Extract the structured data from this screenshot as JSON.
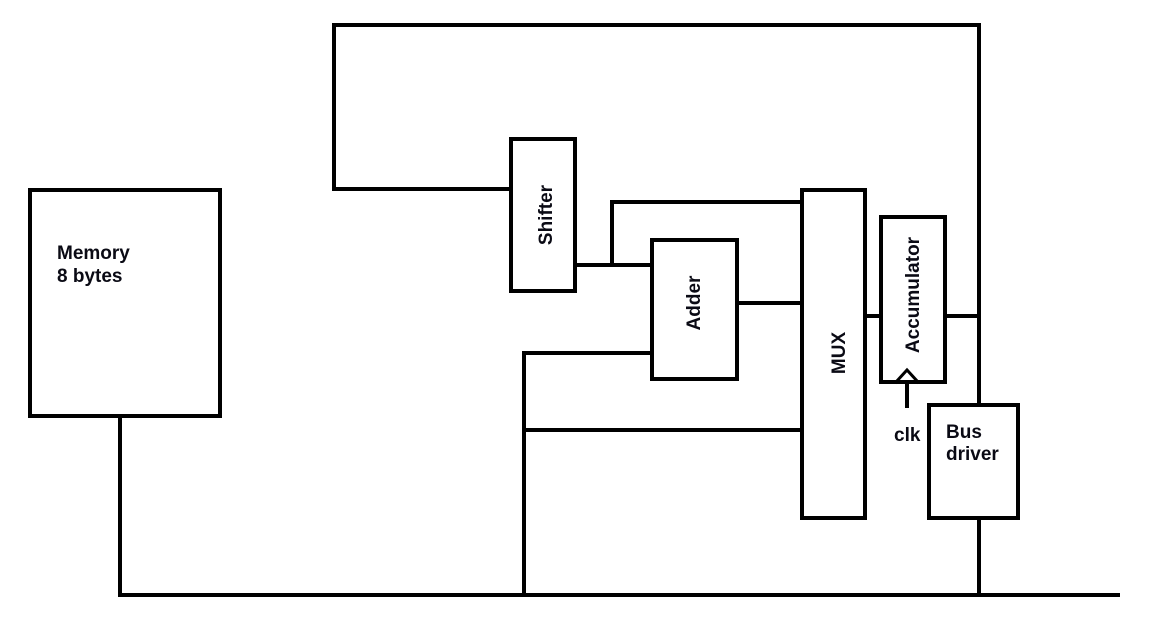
{
  "blocks": {
    "memory": {
      "line1": "Memory",
      "line2": "8 bytes"
    },
    "shifter": "Shifter",
    "adder": "Adder",
    "mux": "MUX",
    "accumulator": "Accumulator",
    "clock": "clk",
    "bus_driver": {
      "line1": "Bus",
      "line2": "driver"
    }
  }
}
